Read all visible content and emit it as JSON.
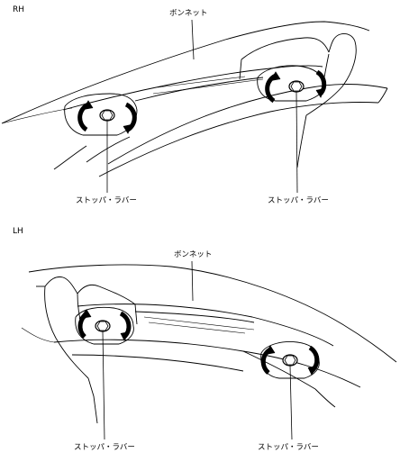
{
  "rh": {
    "section_label": "RH",
    "hood_label": "ボンネット",
    "stopper_left_label": "ストッパ・ラバー",
    "stopper_right_label": "ストッパ・ラバー"
  },
  "lh": {
    "section_label": "LH",
    "hood_label": "ボンネット",
    "stopper_left_label": "ストッパ・ラバー",
    "stopper_right_label": "ストッパ・ラバー"
  },
  "colors": {
    "line": "#000000",
    "background": "#ffffff"
  }
}
